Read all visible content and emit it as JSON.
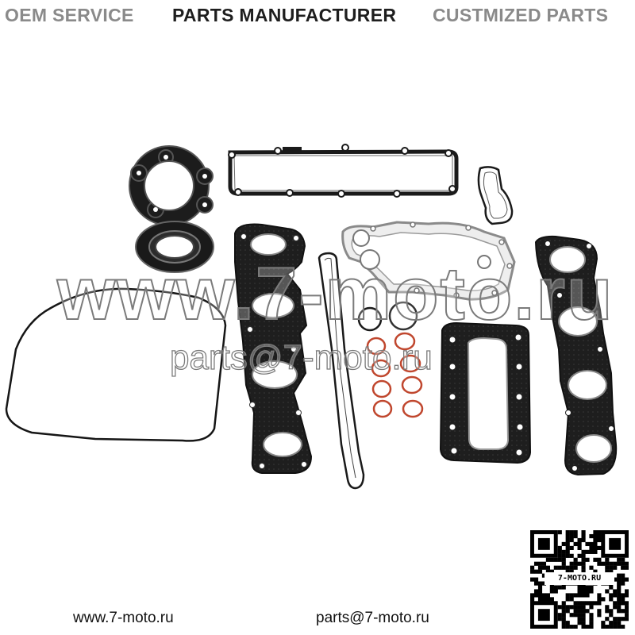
{
  "banner": {
    "item1": "OEM SERVICE",
    "item2": "PARTS MANUFACTURER",
    "item3": "CUSTMIZED PARTS"
  },
  "watermark": {
    "large": "www.7-moto.ru",
    "small": "parts@7-moto.ru"
  },
  "footer": {
    "website": "www.7-moto.ru",
    "email": "parts@7-moto.ru"
  },
  "qr": {
    "label": "7-MOTO.RU"
  },
  "colors": {
    "gasket": "#1a1a1a",
    "gasket_edge": "#555555",
    "oring": "#c0472e",
    "banner_gray": "#8a8a8a",
    "banner_dark": "#1e1e1e"
  }
}
